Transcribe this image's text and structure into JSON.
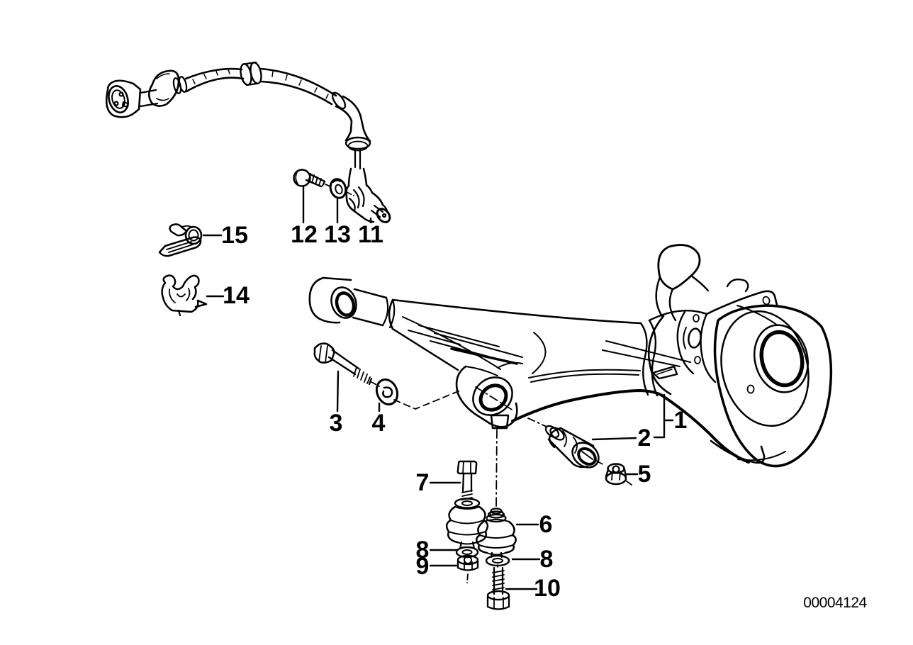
{
  "diagram": {
    "id_number": "00004124",
    "ink_color": "#000000",
    "background_color": "#ffffff",
    "callouts": [
      {
        "label": "1",
        "part": "trailing-arm"
      },
      {
        "label": "2",
        "part": "rubber-bushing"
      },
      {
        "label": "3",
        "part": "hex-bolt"
      },
      {
        "label": "4",
        "part": "washer"
      },
      {
        "label": "5",
        "part": "lock-nut"
      },
      {
        "label": "6",
        "part": "support-bushing"
      },
      {
        "label": "7",
        "part": "hex-bolt"
      },
      {
        "label": "8",
        "part": "washer"
      },
      {
        "label": "9",
        "part": "hex-nut"
      },
      {
        "label": "8",
        "part": "washer"
      },
      {
        "label": "10",
        "part": "hex-bolt"
      },
      {
        "label": "11",
        "part": "abs-speed-sensor"
      },
      {
        "label": "12",
        "part": "sensor-bolt"
      },
      {
        "label": "13",
        "part": "sensor-washer"
      },
      {
        "label": "14",
        "part": "cable-holder-clamp"
      },
      {
        "label": "15",
        "part": "cable-clip"
      }
    ]
  }
}
